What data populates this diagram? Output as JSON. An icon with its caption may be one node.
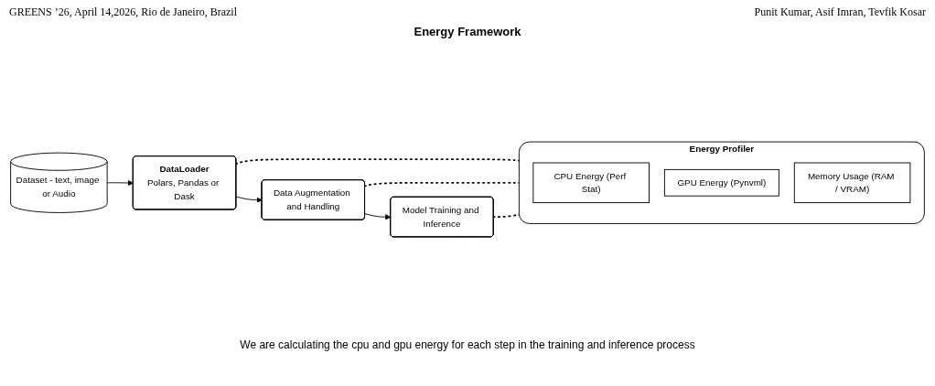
{
  "diagram": {
    "title": "Energy Framework",
    "caption": "We are calculating the cpu and gpu energy for each step in the training and inference process",
    "nodes": [
      {
        "text": [
          "Dataset - text, image or Audio"
        ]
      },
      {
        "text": [
          "DataLoader",
          "Polars, Pandas or Dask"
        ]
      },
      {
        "text": [
          "Data Augmentation and Handling"
        ]
      },
      {
        "text": [
          "Model Training and Inference"
        ]
      },
      {
        "text": [
          "Energy Profiler"
        ]
      },
      {
        "text": [
          "CPU Energy (Perf Stat)"
        ],
        "in": 4
      },
      {
        "text": [
          "GPU Energy (Pynvml)"
        ],
        "in": 4
      },
      {
        "text": [
          "Memory Usage (RAM / VRAM)"
        ],
        "in": 4
      }
    ],
    "edges": [
      {
        "from": 0,
        "to": 1,
        "arrow": "to"
      },
      {
        "from": 1,
        "to": 2,
        "arrow": "to"
      },
      {
        "from": 2,
        "to": 3,
        "arrow": "to"
      },
      {
        "from": 1,
        "to": 4,
        "arrow": "none",
        "style": "dashed"
      },
      {
        "from": 2,
        "to": 4,
        "arrow": "none",
        "style": "dashed"
      },
      {
        "from": 3,
        "to": 4,
        "arrow": "none",
        "style": "dashed"
      }
    ],
    "labels": [
      "GREENS ’26, April 14,2026, Rio de Janeiro, Brazil",
      "Punit Kumar, Asif Imran, Tevfik Kosar"
    ]
  }
}
